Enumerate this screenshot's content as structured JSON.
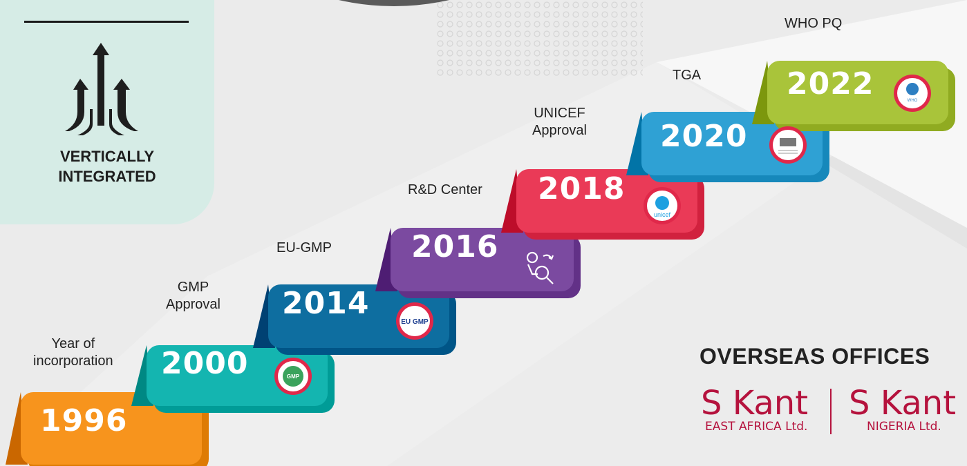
{
  "feature": {
    "text": "VERTICALLY\nINTEGRATED",
    "icon": "vertical-arrows-icon"
  },
  "milestones": [
    {
      "year": "1996",
      "label": "Year of\nincorporation",
      "color": "#f7941d",
      "badge": ""
    },
    {
      "year": "2000",
      "label": "GMP\nApproval",
      "color": "#14b5b0",
      "badge": "GMP"
    },
    {
      "year": "2014",
      "label": "EU-GMP",
      "color": "#0e6ea0",
      "badge": "EU GMP"
    },
    {
      "year": "2016",
      "label": "R&D Center",
      "color": "#7b4aa0",
      "badge": "research-icon"
    },
    {
      "year": "2018",
      "label": "UNICEF\nApproval",
      "color": "#ea3a57",
      "badge": "unicef"
    },
    {
      "year": "2020",
      "label": "TGA",
      "color": "#2fa1d4",
      "badge": "tga-crest"
    },
    {
      "year": "2022",
      "label": "WHO PQ",
      "color": "#a9c43a",
      "badge": "who-emblem"
    }
  ],
  "overseas": {
    "heading": "OVERSEAS OFFICES",
    "offices": [
      {
        "name": "S Kant",
        "sub": "EAST AFRICA Ltd."
      },
      {
        "name": "S Kant",
        "sub": "NIGERIA Ltd."
      }
    ],
    "color": "#b5123d"
  }
}
